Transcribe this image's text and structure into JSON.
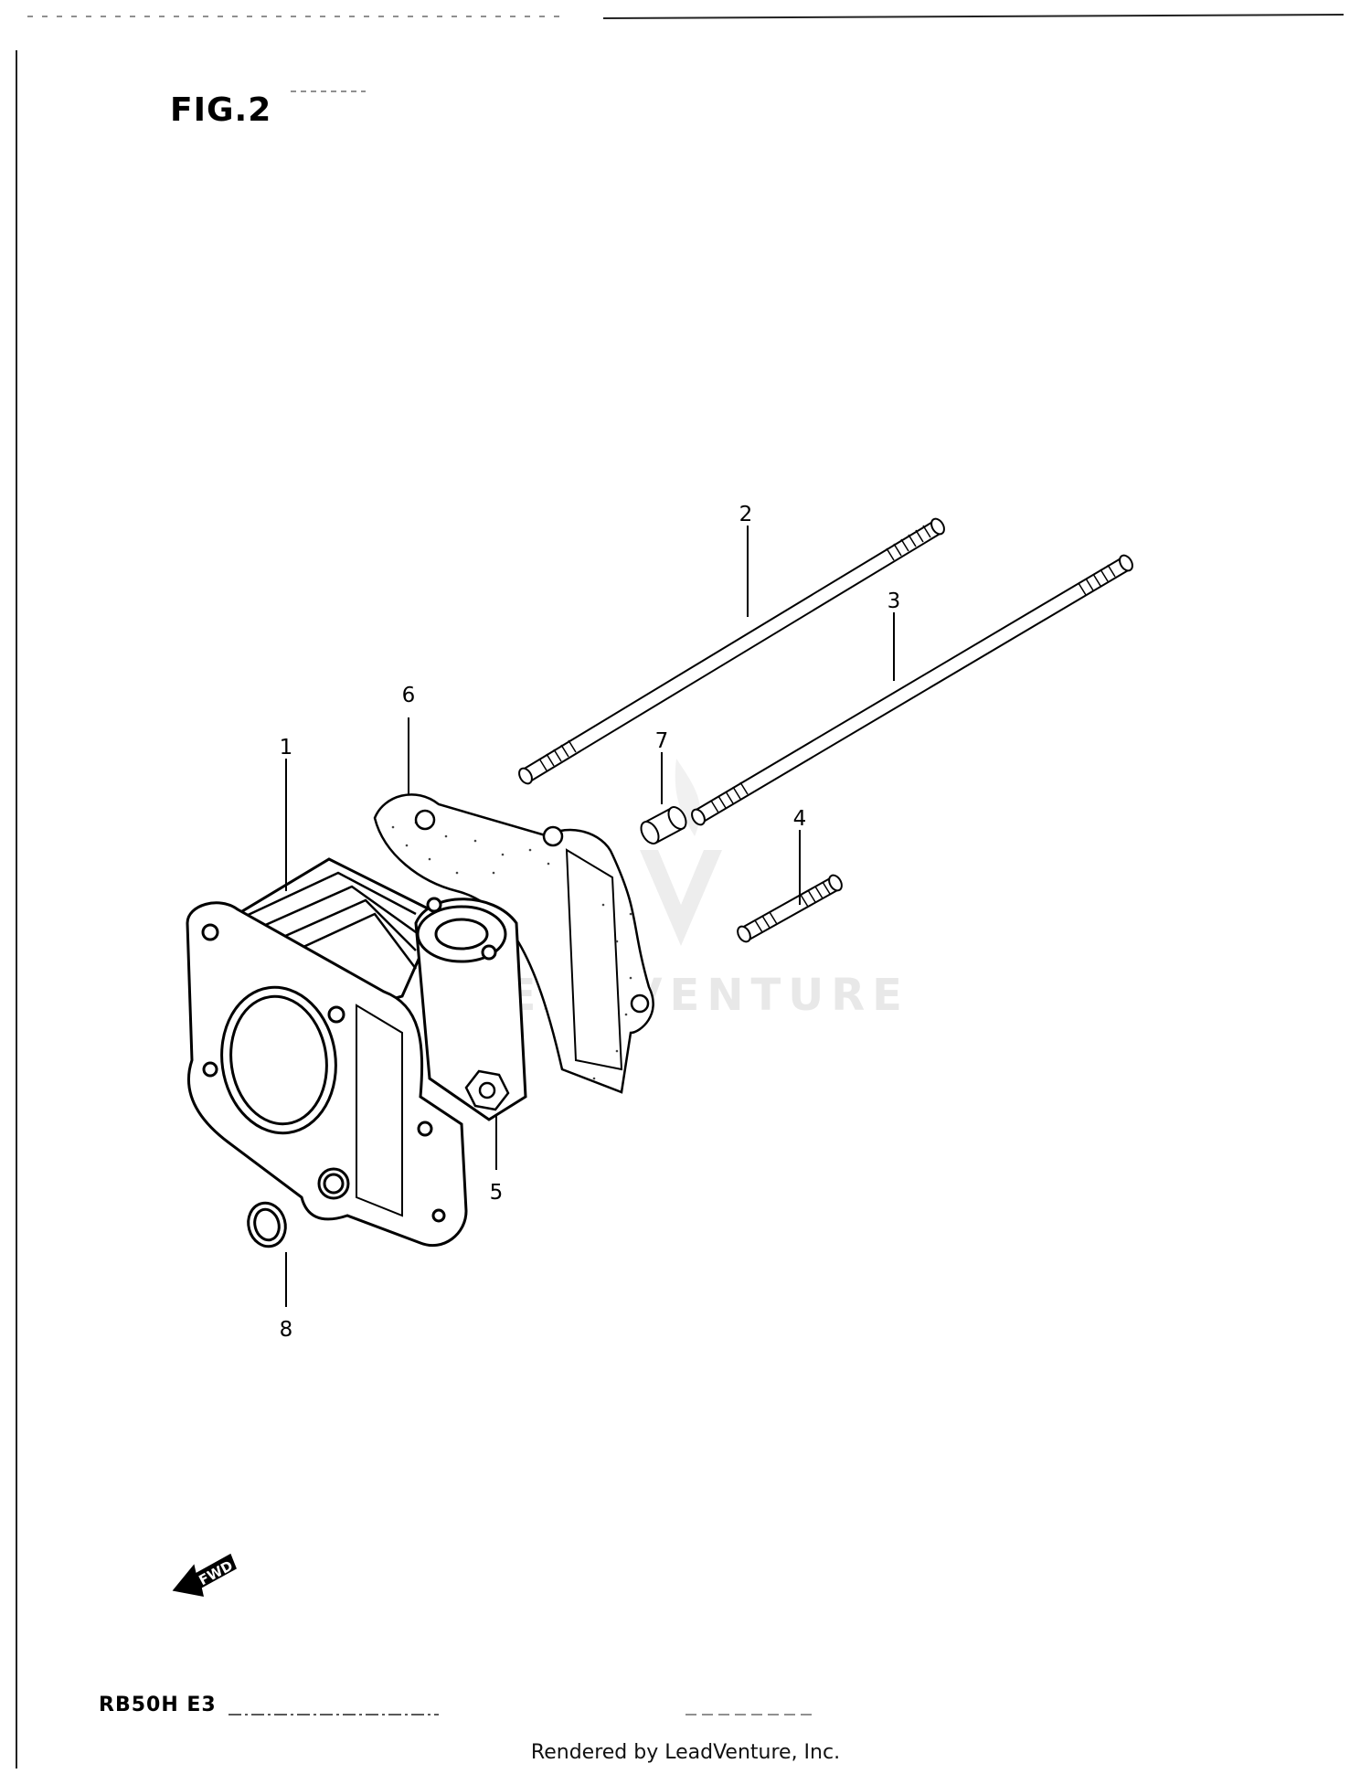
{
  "figure": {
    "title": "FIG.2"
  },
  "model_code": "RB50H E3",
  "footer": {
    "text": "Rendered by LeadVenture, Inc."
  },
  "watermark": {
    "text": "LEADVENTURE"
  },
  "direction_marker": {
    "label": "FWD",
    "icon": "fwd-arrow-icon"
  },
  "callouts": [
    {
      "number": "1",
      "part": "cylinder"
    },
    {
      "number": "2",
      "part": "stud-bolt-long"
    },
    {
      "number": "3",
      "part": "stud-bolt-long"
    },
    {
      "number": "4",
      "part": "stud-bolt-short"
    },
    {
      "number": "5",
      "part": "nut"
    },
    {
      "number": "6",
      "part": "gasket"
    },
    {
      "number": "7",
      "part": "dowel-pin"
    },
    {
      "number": "8",
      "part": "o-ring"
    }
  ]
}
